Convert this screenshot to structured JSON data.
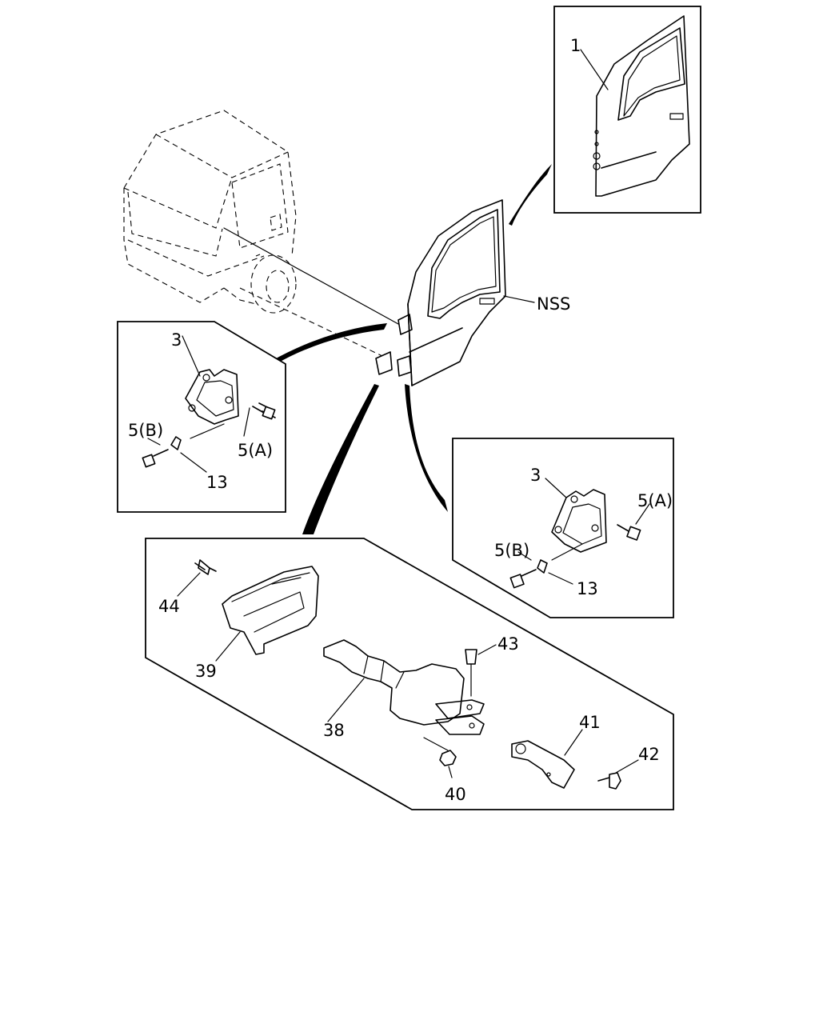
{
  "labels": {
    "door_panel": "1",
    "nss": "NSS",
    "hinge_left": "3",
    "bolt_a_left": "5(A)",
    "bolt_b_left": "5(B)",
    "clip_left": "13",
    "hinge_right": "3",
    "bolt_a_right": "5(A)",
    "bolt_b_right": "5(B)",
    "clip_right": "13",
    "check_link": "38",
    "cover": "39",
    "nut": "40",
    "bracket": "41",
    "screw": "42",
    "pin": "43",
    "rivet": "44"
  }
}
